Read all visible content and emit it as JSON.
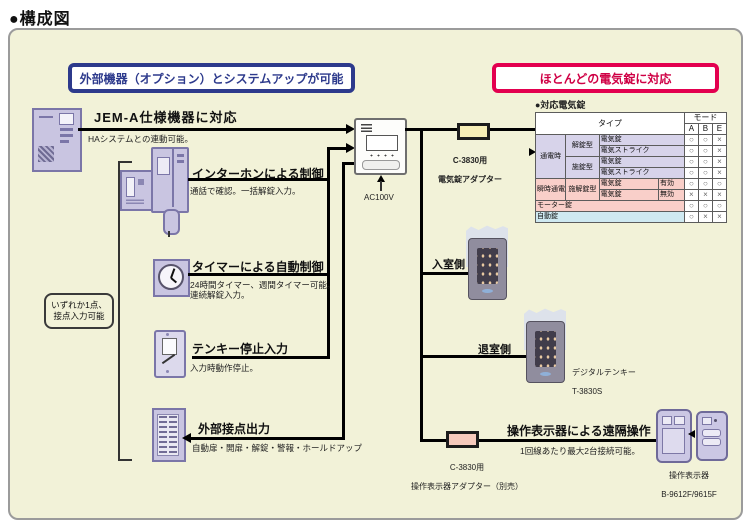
{
  "page_title": "●構成図",
  "headers": {
    "left": "外部機器（オプション）とシステムアップが可能",
    "right": "ほとんどの電気錠に対応"
  },
  "jema": {
    "title": "JEM-A仕様機器に対応",
    "desc": "HAシステムとの連動可能。"
  },
  "note": "いずれか1点、\n接点入力可能",
  "intercom": {
    "title": "インターホンによる制御",
    "desc": "通話で確認。一括解錠入力。"
  },
  "timer": {
    "title": "タイマーによる自動制御",
    "desc": "24時間タイマー、週間タイマー可能。\n連続解錠入力。"
  },
  "tenkey_stop": {
    "title": "テンキー停止入力",
    "desc": "入力時動作停止。"
  },
  "contact_out": {
    "title": "外部接点出力",
    "desc": "自動扉・開扉・解錠・警報・ホールドアップ"
  },
  "power": "AC100V",
  "lock_adapter": {
    "line1": "C-3830用",
    "line2": "電気錠アダプター"
  },
  "entry": "入室側",
  "exit": "退室側",
  "digital_tenkey": {
    "line1": "デジタルテンキー",
    "line2": "T-3830S"
  },
  "remote": {
    "title": "操作表示器による遠隔操作",
    "desc": "1回線あたり最大2台接続可能。",
    "adapter_line1": "C-3830用",
    "adapter_line2": "操作表示器アダプター（別売）",
    "device_label": "操作表示器",
    "device_model": "B-9612F/9615F"
  },
  "table": {
    "title": "●対応電気錠",
    "header": {
      "type": "タイプ",
      "mode": "モード",
      "cols": [
        "A",
        "B",
        "E"
      ]
    },
    "labels": {
      "tsudenji": "通電時",
      "kaijo": "解錠型",
      "sejo": "施錠型",
      "shunji": "瞬時通電",
      "shikaijo": "施解錠型",
      "lock": "電気錠",
      "strike": "電気ストライク",
      "yuko": "有効",
      "muko": "無効",
      "motor": "モーター錠",
      "auto": "自動錠"
    },
    "marks": {
      "r1": [
        "○",
        "○",
        "×"
      ],
      "r2": [
        "○",
        "○",
        "×"
      ],
      "r3": [
        "○",
        "○",
        "×"
      ],
      "r4": [
        "○",
        "○",
        "×"
      ],
      "r5": [
        "○",
        "○",
        "○"
      ],
      "r6": [
        "×",
        "×",
        "×"
      ],
      "r7": [
        "○",
        "○",
        "○"
      ],
      "r8": [
        "○",
        "×",
        "×"
      ]
    }
  },
  "colors": {
    "accent_blue": "#2d3a8c",
    "accent_red": "#e3004f",
    "panel_bg": "#f2f2d8"
  }
}
